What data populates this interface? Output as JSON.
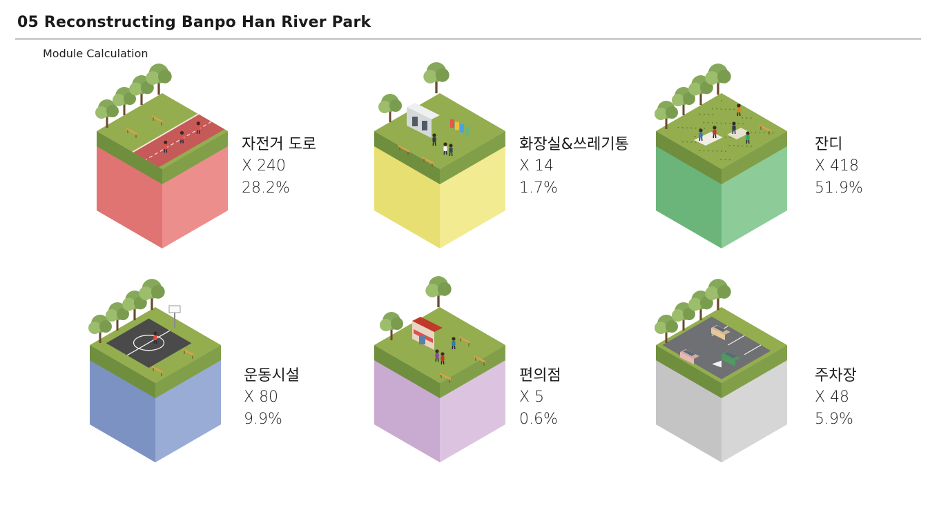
{
  "header": {
    "title": "05 Reconstructing Banpo Han River Park",
    "subtitle": "Module Calculation"
  },
  "modules": [
    {
      "name": "자전거 도로",
      "count": "X 240",
      "percent": "28.2%",
      "value": 28.2,
      "scene": "bike-road",
      "colors": {
        "left": "#e07472",
        "right": "#ec8e8c"
      }
    },
    {
      "name": "화장실&쓰레기통",
      "count": "X 14",
      "percent": "1.7%",
      "value": 1.7,
      "scene": "restroom",
      "colors": {
        "left": "#e8df72",
        "right": "#f2eb92"
      }
    },
    {
      "name": "잔디",
      "count": "X 418",
      "percent": "51.9%",
      "value": 51.9,
      "scene": "lawn",
      "colors": {
        "left": "#6bb57b",
        "right": "#8dcc99"
      }
    },
    {
      "name": "운동시설",
      "count": "X 80",
      "percent": "9.9%",
      "value": 9.9,
      "scene": "sports",
      "colors": {
        "left": "#7b92c2",
        "right": "#98acd6"
      }
    },
    {
      "name": "편의점",
      "count": "X 5",
      "percent": "0.6%",
      "value": 0.6,
      "scene": "store",
      "colors": {
        "left": "#c9aad0",
        "right": "#dcc4e0"
      }
    },
    {
      "name": "주차장",
      "count": "X 48",
      "percent": "5.9%",
      "value": 5.9,
      "scene": "parking",
      "colors": {
        "left": "#c4c4c4",
        "right": "#d6d6d6"
      }
    }
  ]
}
